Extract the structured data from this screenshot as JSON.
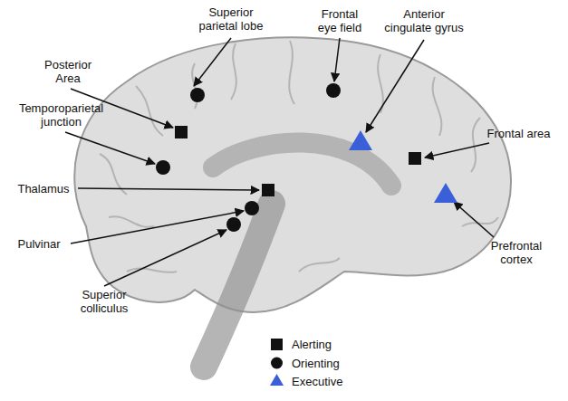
{
  "diagram": {
    "labels": [
      "Superior parietal lobe",
      "Frontal eye field",
      "Posterior Area",
      "Anterior cingulate gyrus",
      "Temporoparietal junction",
      "Frontal area",
      "Thalamus",
      "Pulvinar",
      "Prefrontal cortex",
      "Superior colliculus"
    ],
    "legend": [
      {
        "text": "Alerting"
      },
      {
        "text": "Orienting"
      },
      {
        "text": "Executive"
      }
    ]
  }
}
